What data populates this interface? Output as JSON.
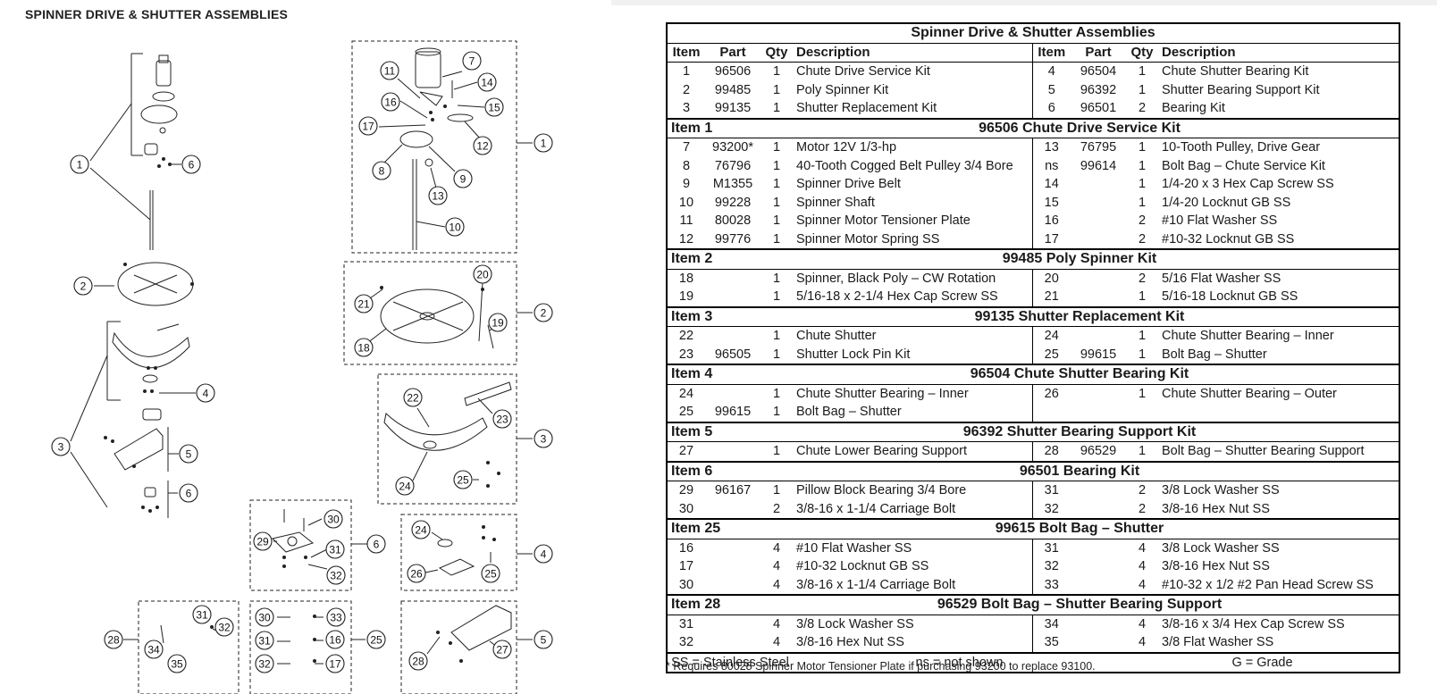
{
  "page": {
    "title": "SPINNER DRIVE & SHUTTER ASSEMBLIES",
    "footnote": "* Requires 80028 Spinner Motor Tensioner Plate if purchasing 93200 to replace 93100."
  },
  "table": {
    "title": "Spinner Drive & Shutter Assemblies",
    "headers": [
      "Item",
      "Part",
      "Qty",
      "Description"
    ],
    "summary_rows": [
      [
        [
          "1",
          "96506",
          "1",
          "Chute Drive Service Kit"
        ],
        [
          "4",
          "96504",
          "1",
          "Chute Shutter Bearing Kit"
        ]
      ],
      [
        [
          "2",
          "99485",
          "1",
          "Poly Spinner Kit"
        ],
        [
          "5",
          "96392",
          "1",
          "Shutter Bearing Support Kit"
        ]
      ],
      [
        [
          "3",
          "99135",
          "1",
          "Shutter Replacement Kit"
        ],
        [
          "6",
          "96501",
          "2",
          "Bearing Kit"
        ]
      ]
    ],
    "sections": [
      {
        "label": "Item 1",
        "title": "96506  Chute Drive Service Kit",
        "rows": [
          [
            [
              "7",
              "93200*",
              "1",
              "Motor 12V 1/3-hp"
            ],
            [
              "13",
              "76795",
              "1",
              "10-Tooth Pulley, Drive Gear"
            ]
          ],
          [
            [
              "8",
              "76796",
              "1",
              "40-Tooth Cogged Belt Pulley 3/4 Bore"
            ],
            [
              "ns",
              "99614",
              "1",
              "Bolt Bag – Chute Service Kit"
            ]
          ],
          [
            [
              "9",
              "M1355",
              "1",
              "Spinner Drive Belt"
            ],
            [
              "14",
              "",
              "1",
              "1/4-20 x 3 Hex Cap Screw SS"
            ]
          ],
          [
            [
              "10",
              "99228",
              "1",
              "Spinner Shaft"
            ],
            [
              "15",
              "",
              "1",
              "1/4-20 Locknut GB SS"
            ]
          ],
          [
            [
              "11",
              "80028",
              "1",
              "Spinner Motor Tensioner Plate"
            ],
            [
              "16",
              "",
              "2",
              "#10 Flat Washer SS"
            ]
          ],
          [
            [
              "12",
              "99776",
              "1",
              "Spinner Motor Spring SS"
            ],
            [
              "17",
              "",
              "2",
              "#10-32 Locknut GB SS"
            ]
          ]
        ]
      },
      {
        "label": "Item 2",
        "title": "99485  Poly Spinner Kit",
        "rows": [
          [
            [
              "18",
              "",
              "1",
              "Spinner, Black Poly – CW Rotation"
            ],
            [
              "20",
              "",
              "2",
              "5/16 Flat Washer SS"
            ]
          ],
          [
            [
              "19",
              "",
              "1",
              "5/16-18 x 2-1/4 Hex Cap Screw SS"
            ],
            [
              "21",
              "",
              "1",
              "5/16-18 Locknut GB SS"
            ]
          ]
        ]
      },
      {
        "label": "Item 3",
        "title": "99135  Shutter Replacement Kit",
        "rows": [
          [
            [
              "22",
              "",
              "1",
              "Chute Shutter"
            ],
            [
              "24",
              "",
              "1",
              "Chute Shutter Bearing – Inner"
            ]
          ],
          [
            [
              "23",
              "96505",
              "1",
              "Shutter Lock Pin Kit"
            ],
            [
              "25",
              "99615",
              "1",
              "Bolt Bag – Shutter"
            ]
          ]
        ]
      },
      {
        "label": "Item 4",
        "title": "96504  Chute Shutter Bearing Kit",
        "rows": [
          [
            [
              "24",
              "",
              "1",
              "Chute Shutter Bearing – Inner"
            ],
            [
              "26",
              "",
              "1",
              "Chute Shutter Bearing – Outer"
            ]
          ],
          [
            [
              "25",
              "99615",
              "1",
              "Bolt Bag – Shutter"
            ],
            [
              "",
              "",
              "",
              ""
            ]
          ]
        ]
      },
      {
        "label": "Item 5",
        "title": "96392  Shutter Bearing Support Kit",
        "rows": [
          [
            [
              "27",
              "",
              "1",
              "Chute Lower Bearing Support"
            ],
            [
              "28",
              "96529",
              "1",
              "Bolt Bag – Shutter Bearing Support"
            ]
          ]
        ]
      },
      {
        "label": "Item 6",
        "title": "96501  Bearing Kit",
        "rows": [
          [
            [
              "29",
              "96167",
              "1",
              "Pillow Block Bearing 3/4 Bore"
            ],
            [
              "31",
              "",
              "2",
              "3/8 Lock Washer SS"
            ]
          ],
          [
            [
              "30",
              "",
              "2",
              "3/8-16 x 1-1/4 Carriage Bolt"
            ],
            [
              "32",
              "",
              "2",
              "3/8-16 Hex Nut SS"
            ]
          ]
        ]
      },
      {
        "label": "Item 25",
        "title": "99615  Bolt Bag – Shutter",
        "rows": [
          [
            [
              "16",
              "",
              "4",
              "#10 Flat Washer SS"
            ],
            [
              "31",
              "",
              "4",
              "3/8 Lock Washer SS"
            ]
          ],
          [
            [
              "17",
              "",
              "4",
              "#10-32 Locknut GB SS"
            ],
            [
              "32",
              "",
              "4",
              "3/8-16 Hex Nut SS"
            ]
          ],
          [
            [
              "30",
              "",
              "4",
              "3/8-16 x 1-1/4 Carriage Bolt"
            ],
            [
              "33",
              "",
              "4",
              "#10-32 x 1/2 #2 Pan Head Screw SS"
            ]
          ]
        ]
      },
      {
        "label": "Item 28",
        "title": "96529  Bolt Bag – Shutter Bearing Support",
        "rows": [
          [
            [
              "31",
              "",
              "4",
              "3/8 Lock Washer SS"
            ],
            [
              "34",
              "",
              "4",
              "3/8-16 x 3/4 Hex Cap Screw SS"
            ]
          ],
          [
            [
              "32",
              "",
              "4",
              "3/8-16 Hex Nut SS"
            ],
            [
              "35",
              "",
              "4",
              "3/8 Flat Washer SS"
            ]
          ]
        ]
      }
    ],
    "legend": [
      "SS = Stainless Steel",
      "ns = not shown",
      "G = Grade"
    ]
  },
  "diagram": {
    "callouts": [
      "1",
      "2",
      "3",
      "4",
      "5",
      "6",
      "7",
      "8",
      "9",
      "10",
      "11",
      "12",
      "13",
      "14",
      "15",
      "16",
      "17",
      "18",
      "19",
      "20",
      "21",
      "22",
      "23",
      "24",
      "25",
      "26",
      "27",
      "28",
      "29",
      "30",
      "31",
      "32",
      "33",
      "34",
      "35"
    ]
  }
}
